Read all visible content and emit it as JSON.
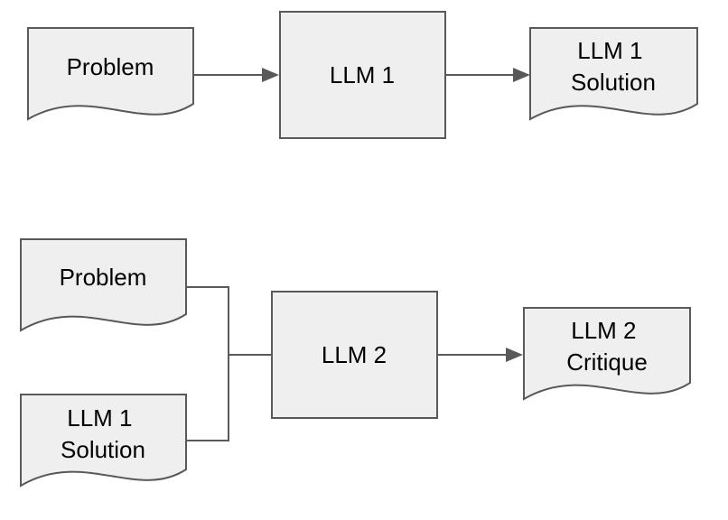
{
  "diagram_top": {
    "problem": {
      "lines": [
        "Problem"
      ]
    },
    "llm": {
      "lines": [
        "LLM 1"
      ]
    },
    "output": {
      "lines": [
        "LLM 1",
        "Solution"
      ]
    }
  },
  "diagram_bottom": {
    "problem": {
      "lines": [
        "Problem"
      ]
    },
    "solution": {
      "lines": [
        "LLM 1",
        "Solution"
      ]
    },
    "llm": {
      "lines": [
        "LLM 2"
      ]
    },
    "output": {
      "lines": [
        "LLM 2",
        "Critique"
      ]
    }
  },
  "colors": {
    "shape_fill": "#efefef",
    "stroke": "#595959",
    "text": "#000000"
  }
}
